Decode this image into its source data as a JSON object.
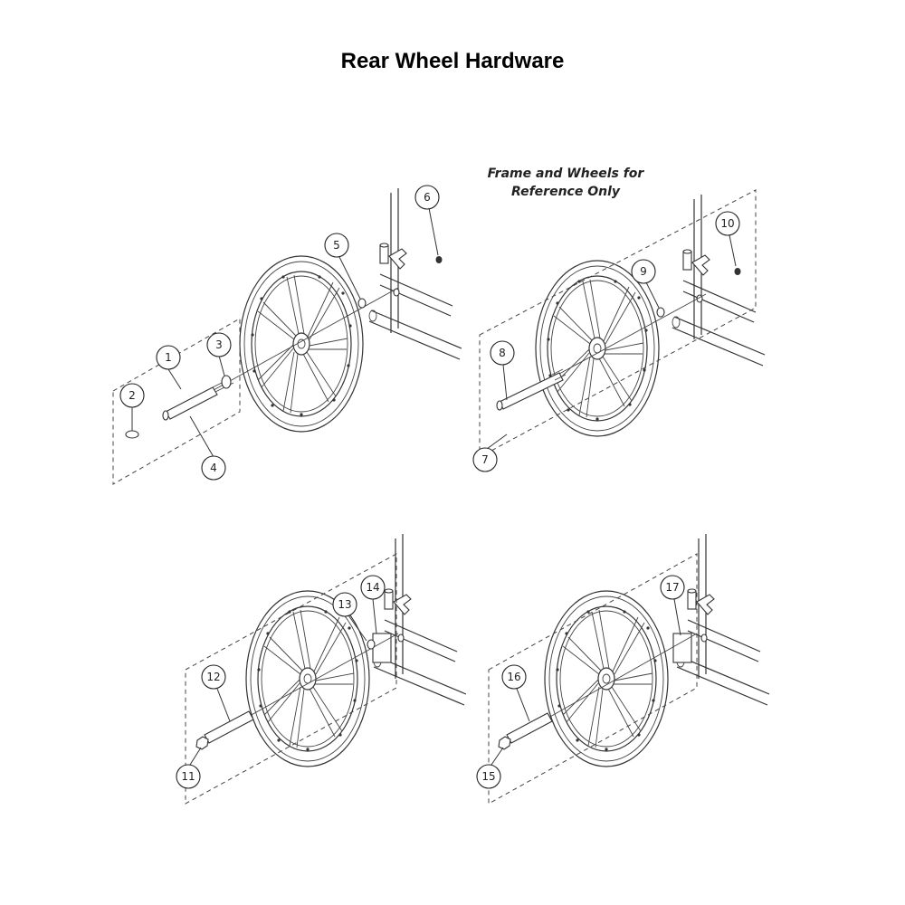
{
  "title": "Rear Wheel Hardware",
  "note": [
    "Frame and Wheels for",
    "Reference Only"
  ],
  "callouts": [
    "1",
    "2",
    "3",
    "4",
    "5",
    "6",
    "7",
    "8",
    "9",
    "10",
    "11",
    "12",
    "13",
    "14",
    "15",
    "16",
    "17"
  ]
}
